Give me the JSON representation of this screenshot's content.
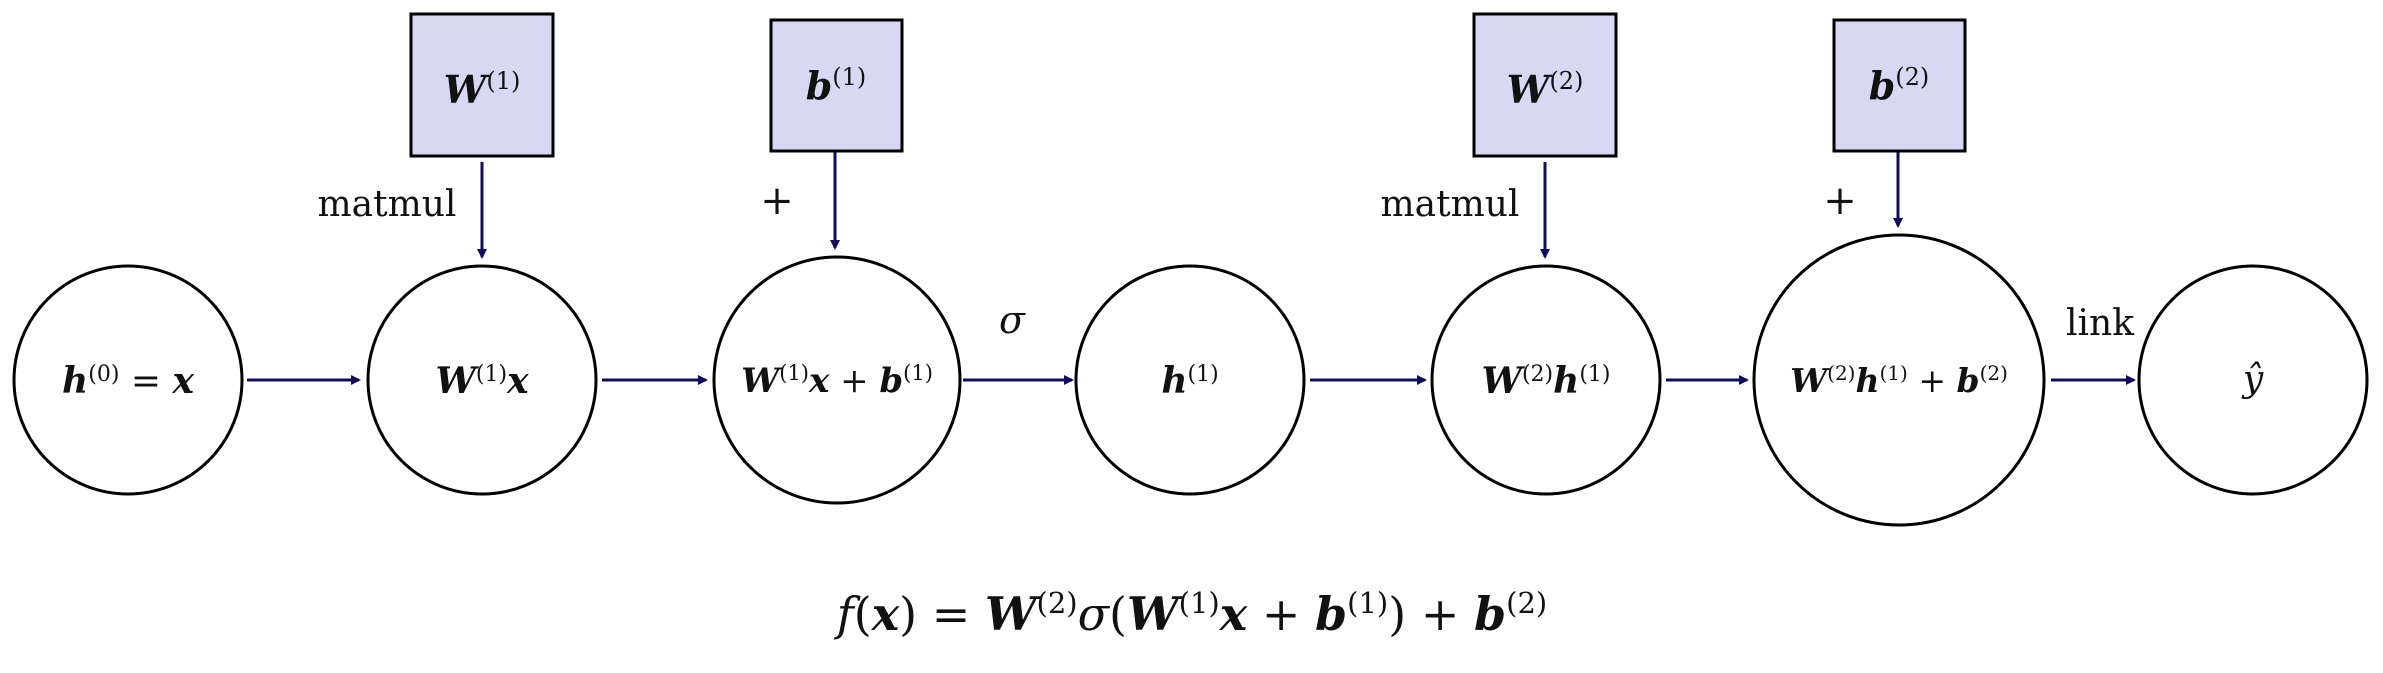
{
  "colors": {
    "edge": "#0d0d5c",
    "param_fill": "#d8d8f5",
    "node_stroke": "#000000",
    "background": "#ffffff"
  },
  "nodes": [
    {
      "id": "h0",
      "label": [
        {
          "t": "h",
          "s": "b"
        },
        {
          "t": "(0)",
          "s": "sup"
        },
        {
          "t": " = ",
          "s": "r"
        },
        {
          "t": "x",
          "s": "b"
        }
      ]
    },
    {
      "id": "w1x",
      "label": [
        {
          "t": "W",
          "s": "b"
        },
        {
          "t": "(1)",
          "s": "sup"
        },
        {
          "t": "x",
          "s": "b"
        }
      ]
    },
    {
      "id": "w1xb1",
      "label": [
        {
          "t": "W",
          "s": "b"
        },
        {
          "t": "(1)",
          "s": "sup"
        },
        {
          "t": "x",
          "s": "b"
        },
        {
          "t": " + ",
          "s": "r"
        },
        {
          "t": "b",
          "s": "b"
        },
        {
          "t": "(1)",
          "s": "sup"
        }
      ]
    },
    {
      "id": "h1",
      "label": [
        {
          "t": "h",
          "s": "b"
        },
        {
          "t": "(1)",
          "s": "sup"
        }
      ]
    },
    {
      "id": "w2h1",
      "label": [
        {
          "t": "W",
          "s": "b"
        },
        {
          "t": "(2)",
          "s": "sup"
        },
        {
          "t": "h",
          "s": "b"
        },
        {
          "t": "(1)",
          "s": "sup"
        }
      ]
    },
    {
      "id": "w2h1b2",
      "label": [
        {
          "t": "W",
          "s": "b"
        },
        {
          "t": "(2)",
          "s": "sup"
        },
        {
          "t": "h",
          "s": "b"
        },
        {
          "t": "(1)",
          "s": "sup"
        },
        {
          "t": " + ",
          "s": "r"
        },
        {
          "t": "b",
          "s": "b"
        },
        {
          "t": "(2)",
          "s": "sup"
        }
      ]
    },
    {
      "id": "yhat",
      "label": [
        {
          "t": "ŷ",
          "s": "i"
        }
      ]
    }
  ],
  "params": [
    {
      "id": "W1",
      "label": [
        {
          "t": "W",
          "s": "b"
        },
        {
          "t": "(1)",
          "s": "sup"
        }
      ],
      "op": "matmul"
    },
    {
      "id": "b1",
      "label": [
        {
          "t": "b",
          "s": "b"
        },
        {
          "t": "(1)",
          "s": "sup"
        }
      ],
      "op": "+"
    },
    {
      "id": "W2",
      "label": [
        {
          "t": "W",
          "s": "b"
        },
        {
          "t": "(2)",
          "s": "sup"
        }
      ],
      "op": "matmul"
    },
    {
      "id": "b2",
      "label": [
        {
          "t": "b",
          "s": "b"
        },
        {
          "t": "(2)",
          "s": "sup"
        }
      ],
      "op": "+"
    }
  ],
  "edge_labels": {
    "sigma": "σ",
    "link": "link"
  },
  "formula": [
    {
      "t": "f",
      "s": "i"
    },
    {
      "t": "(",
      "s": "r"
    },
    {
      "t": "x",
      "s": "b"
    },
    {
      "t": ") = ",
      "s": "r"
    },
    {
      "t": "W",
      "s": "b"
    },
    {
      "t": "(2)",
      "s": "sup"
    },
    {
      "t": "σ",
      "s": "i"
    },
    {
      "t": "(",
      "s": "r"
    },
    {
      "t": "W",
      "s": "b"
    },
    {
      "t": "(1)",
      "s": "sup"
    },
    {
      "t": "x",
      "s": "b"
    },
    {
      "t": " + ",
      "s": "r"
    },
    {
      "t": "b",
      "s": "b"
    },
    {
      "t": "(1)",
      "s": "sup"
    },
    {
      "t": ") + ",
      "s": "r"
    },
    {
      "t": "b",
      "s": "b"
    },
    {
      "t": "(2)",
      "s": "sup"
    }
  ]
}
